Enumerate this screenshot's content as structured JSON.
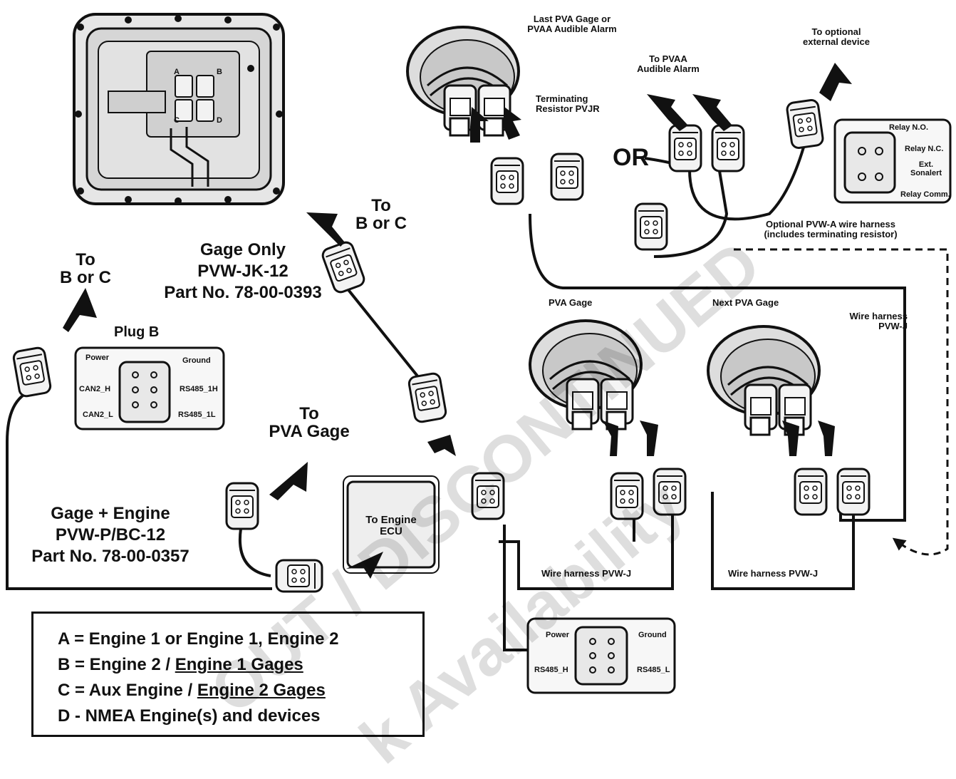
{
  "labels": {
    "last_pva_gage": [
      "Last PVA Gage or",
      "PVAA Audible Alarm"
    ],
    "terminating_resistor": [
      "Terminating",
      "Resistor PVJR"
    ],
    "or": "OR",
    "to_pvaa": [
      "To PVAA",
      "Audible Alarm"
    ],
    "to_optional": [
      "To optional",
      "external device"
    ],
    "relay_no": "Relay N.O.",
    "relay_nc": "Relay N.C.",
    "ext_sonalert": [
      "Ext.",
      "Sonalert"
    ],
    "relay_comm": "Relay Comm.",
    "optional_harness": [
      "Optional PVW-A wire harness",
      "(includes terminating resistor)"
    ],
    "to_b_or_c_top": [
      "To",
      "B or C"
    ],
    "gage_only": [
      "Gage Only",
      "PVW-JK-12",
      "Part No. 78-00-0393"
    ],
    "to_b_or_c_left": [
      "To",
      "B or C"
    ],
    "plug_b": "Plug B",
    "plug_b_power": "Power",
    "plug_b_ground": "Ground",
    "plug_b_can2h": "CAN2_H",
    "plug_b_rs485_1h": "RS485_1H",
    "plug_b_can2l": "CAN2_L",
    "plug_b_rs485_1l": "RS485_1L",
    "to_pva_gage": [
      "To",
      "PVA Gage"
    ],
    "gage_engine": [
      "Gage  + Engine",
      "PVW-P/BC-12",
      "Part No. 78-00-0357"
    ],
    "to_engine_ecu": [
      "To Engine",
      "ECU"
    ],
    "pva_gage": "PVA Gage",
    "next_pva_gage": "Next PVA Gage",
    "wire_harness_pvwj_right": [
      "Wire harness",
      "PVW-J"
    ],
    "wire_harness_pvwj_1": "Wire harness PVW-J",
    "wire_harness_pvwj_2": "Wire harness PVW-J",
    "bottom_power": "Power",
    "bottom_ground": "Ground",
    "bottom_rs485h": "RS485_H",
    "bottom_rs485l": "RS485_L",
    "port_a": "A",
    "port_b": "B",
    "port_c": "C",
    "port_d": "D"
  },
  "legend": {
    "line_a": "A = Engine 1 or Engine 1, Engine 2",
    "line_b_prefix": "B = Engine 2 / ",
    "line_b_ul": "Engine 1 Gages",
    "line_c_prefix": "C = Aux Engine / ",
    "line_c_ul": "Engine 2 Gages",
    "line_d": "D - NMEA Engine(s) and devices"
  },
  "watermark": [
    "OUT / DISCONTINUED",
    "k Availability"
  ]
}
